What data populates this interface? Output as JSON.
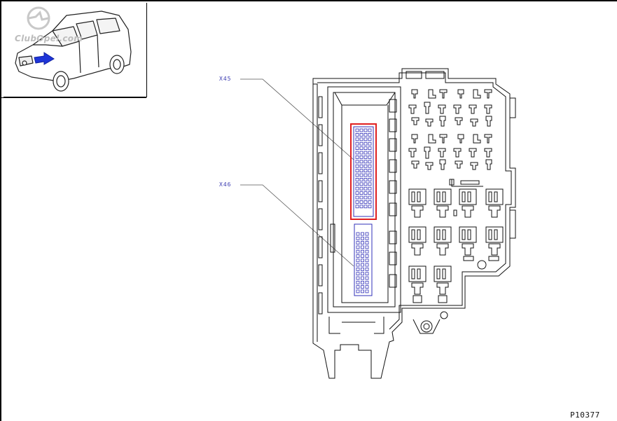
{
  "callouts": {
    "x45": {
      "label": "X45",
      "color": "#3a3ab0"
    },
    "x46": {
      "label": "X46",
      "color": "#3a3ab0"
    }
  },
  "highlight_color": "#e02020",
  "connector_color": "#3030b8",
  "arrow_color": "#1e35d8",
  "figure_id": "P10377",
  "thumbnail": {
    "watermark": "ClubOpel.com",
    "icons": [
      "car-icon",
      "location-arrow-icon",
      "opel-logo-icon"
    ]
  }
}
